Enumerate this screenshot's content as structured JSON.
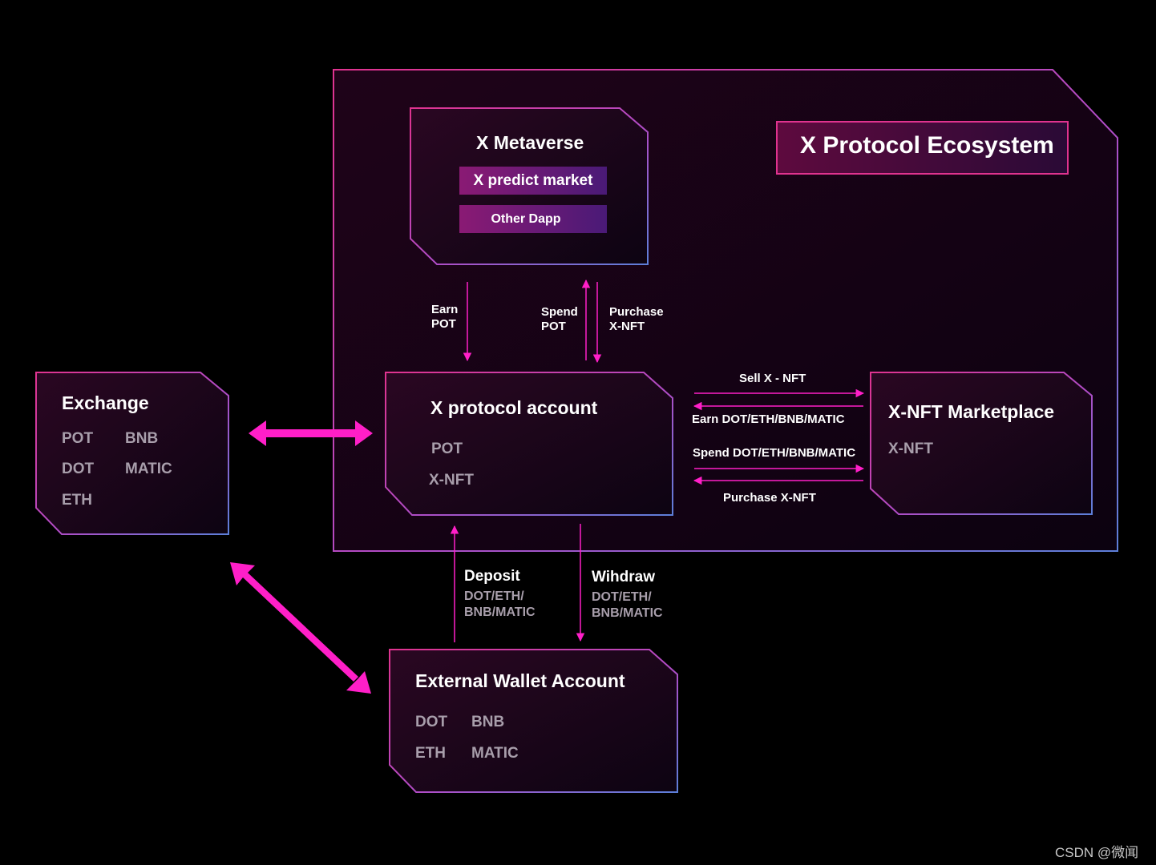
{
  "ecosystem": {
    "title": "X Protocol Ecosystem"
  },
  "metaverse": {
    "title": "X Metaverse",
    "predict_market": "X predict market",
    "other_dapp": "Other Dapp"
  },
  "flows_top": {
    "earn": [
      "Earn",
      "POT"
    ],
    "spend": [
      "Spend",
      "POT"
    ],
    "purchase": [
      "Purchase",
      "X-NFT"
    ]
  },
  "account": {
    "title": "X protocol account",
    "items": [
      "POT",
      "X-NFT"
    ]
  },
  "marketplace": {
    "title": "X-NFT Marketplace",
    "items": [
      "X-NFT"
    ]
  },
  "flows_right": {
    "sell": "Sell X - NFT",
    "earn": "Earn DOT/ETH/BNB/MATIC",
    "spend": "Spend DOT/ETH/BNB/MATIC",
    "purchase": "Purchase X-NFT"
  },
  "exchange": {
    "title": "Exchange",
    "items": [
      "POT",
      "BNB",
      "DOT",
      "MATIC",
      "ETH"
    ]
  },
  "flows_bottom": {
    "deposit": {
      "title": "Deposit",
      "lines": [
        "DOT/ETH/",
        "BNB/MATIC"
      ]
    },
    "withdraw": {
      "title": "Wihdraw",
      "lines": [
        "DOT/ETH/",
        "BNB/MATIC"
      ]
    }
  },
  "wallet": {
    "title": "External Wallet Account",
    "items": [
      "DOT",
      "BNB",
      "ETH",
      "MATIC"
    ]
  },
  "watermark": "CSDN @微闻",
  "colors": {
    "magenta": "#ff1fc8",
    "pink_border": "#e0338f",
    "blue_border": "#5d7fd9",
    "background": "#000000"
  }
}
